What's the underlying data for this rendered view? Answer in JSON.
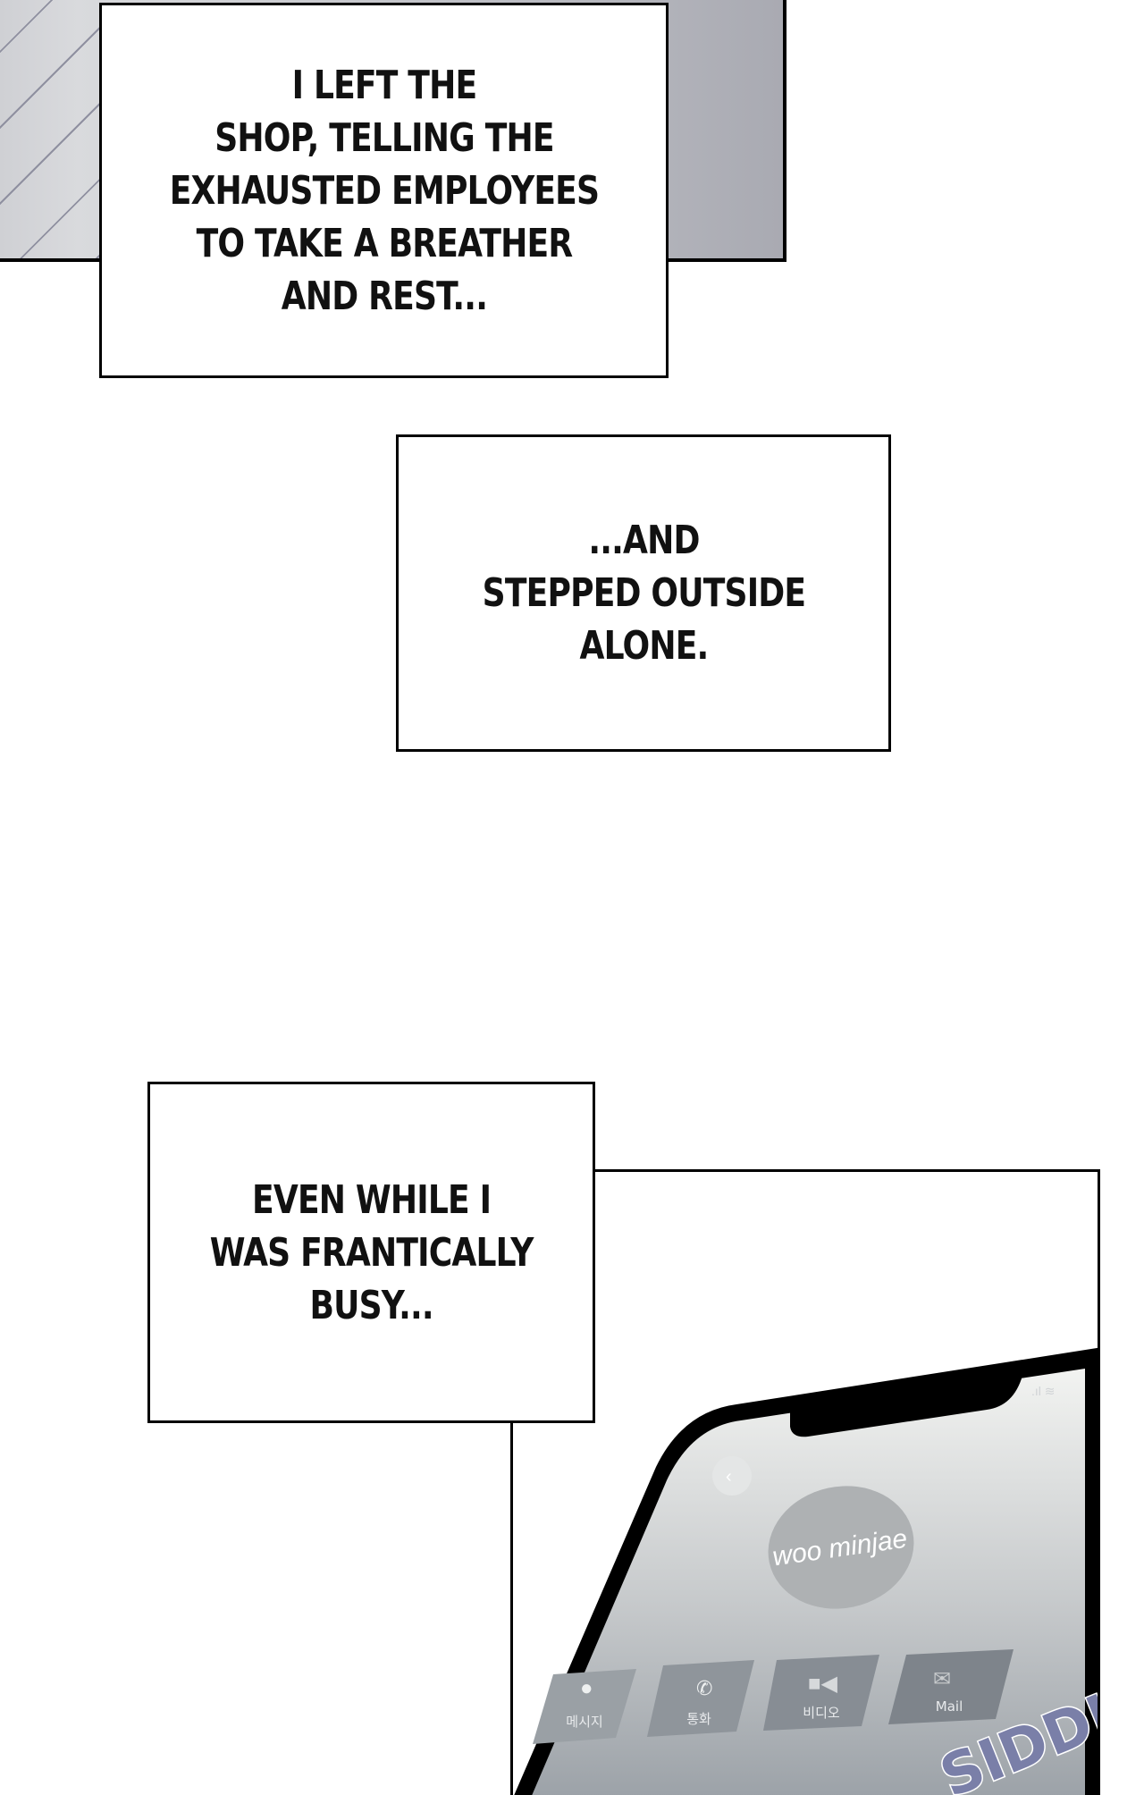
{
  "captions": [
    {
      "text": "I LEFT THE\nSHOP, TELLING THE\nEXHAUSTED EMPLOYEES\nTO TAKE A BREATHER\nAND REST..."
    },
    {
      "text": "...AND\nSTEPPED OUTSIDE\nALONE."
    },
    {
      "text": "EVEN WHILE I\nWAS FRANTICALLY\nBUSY..."
    }
  ],
  "phone": {
    "contact_name": "woo minjae",
    "actions": [
      {
        "label": "메시지",
        "icon": "message-bubble-icon"
      },
      {
        "label": "통화",
        "icon": "phone-icon"
      },
      {
        "label": "비디오",
        "icon": "video-camera-icon"
      },
      {
        "label": "Mail",
        "icon": "mail-icon"
      }
    ]
  },
  "sfx": "SIDDLE",
  "colors": {
    "sfx": "#7a7fa8",
    "screen_top": "#eef0ee",
    "screen_bottom": "#9aa0a6"
  }
}
